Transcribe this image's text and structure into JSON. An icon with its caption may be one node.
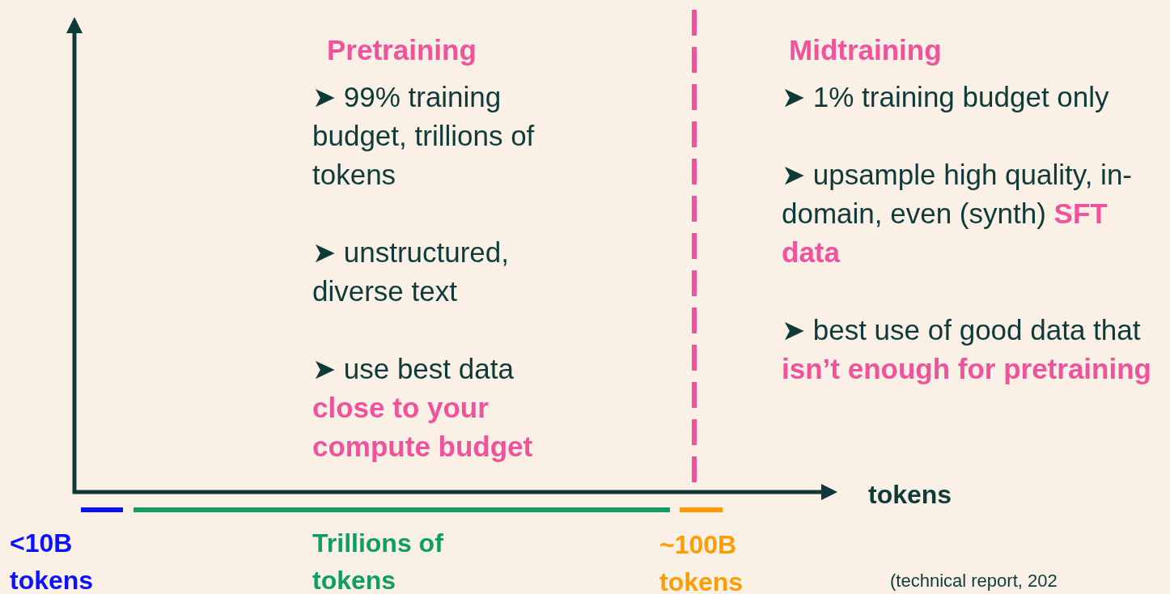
{
  "diagram": {
    "labels": [
      "Pretraining",
      "➤ 99% training budget, trillions of tokens",
      "➤ unstructured, diverse text",
      "➤ use best data **close to your compute budget**",
      "Midtraining",
      "➤ 1% training budget only",
      "➤ upsample high quality, in-domain, even (synth) **SFT data**",
      "➤ best use of good data that **isn’t enough for pretraining**",
      "tokens",
      "<10B tokens",
      "Trillions of tokens",
      "~100B tokens",
      "(technical report, 202"
    ]
  }
}
